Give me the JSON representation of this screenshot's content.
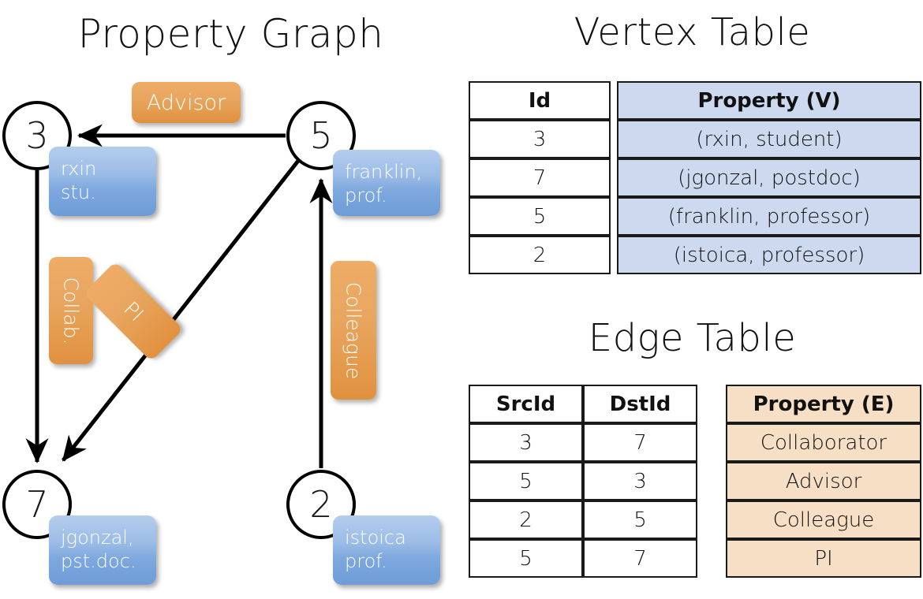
{
  "panels": {
    "graph_title": "Property Graph",
    "vertex_title": "Vertex Table",
    "edge_title": "Edge Table"
  },
  "colors": {
    "vertex_property_fill": "#ccd9ef",
    "edge_property_fill": "#f6dfc4",
    "node_fill": "#ffffff",
    "node_stroke": "#000000",
    "blue_box": "#7ea8de",
    "orange_box": "#e8a660",
    "background": "#ffffff"
  },
  "graph": {
    "nodes": [
      {
        "id": "3",
        "label": "3",
        "property": "rxin\nstu."
      },
      {
        "id": "5",
        "label": "5",
        "property": "franklin,\nprof."
      },
      {
        "id": "7",
        "label": "7",
        "property": "jgonzal,\npst.doc."
      },
      {
        "id": "2",
        "label": "2",
        "property": "istoica\nprof."
      }
    ],
    "edge_labels": [
      {
        "name": "advisor",
        "text": "Advisor"
      },
      {
        "name": "collab",
        "text": "Collab."
      },
      {
        "name": "pi",
        "text": "PI"
      },
      {
        "name": "colleague",
        "text": "Colleague"
      }
    ],
    "edges": [
      {
        "src": "5",
        "dst": "3",
        "label": "Advisor"
      },
      {
        "src": "3",
        "dst": "7",
        "label": "Collab."
      },
      {
        "src": "5",
        "dst": "7",
        "label": "PI"
      },
      {
        "src": "2",
        "dst": "5",
        "label": "Colleague"
      }
    ]
  },
  "vertex_table": {
    "headers": [
      "Id",
      "Property (V)"
    ],
    "rows": [
      {
        "id": "3",
        "property": "(rxin, student)"
      },
      {
        "id": "7",
        "property": "(jgonzal, postdoc)"
      },
      {
        "id": "5",
        "property": "(franklin, professor)"
      },
      {
        "id": "2",
        "property": "(istoica, professor)"
      }
    ]
  },
  "edge_table": {
    "headers": [
      "SrcId",
      "DstId",
      "Property (E)"
    ],
    "rows": [
      {
        "src": "3",
        "dst": "7",
        "property": "Collaborator"
      },
      {
        "src": "5",
        "dst": "3",
        "property": "Advisor"
      },
      {
        "src": "2",
        "dst": "5",
        "property": "Colleague"
      },
      {
        "src": "5",
        "dst": "7",
        "property": "PI"
      }
    ]
  }
}
